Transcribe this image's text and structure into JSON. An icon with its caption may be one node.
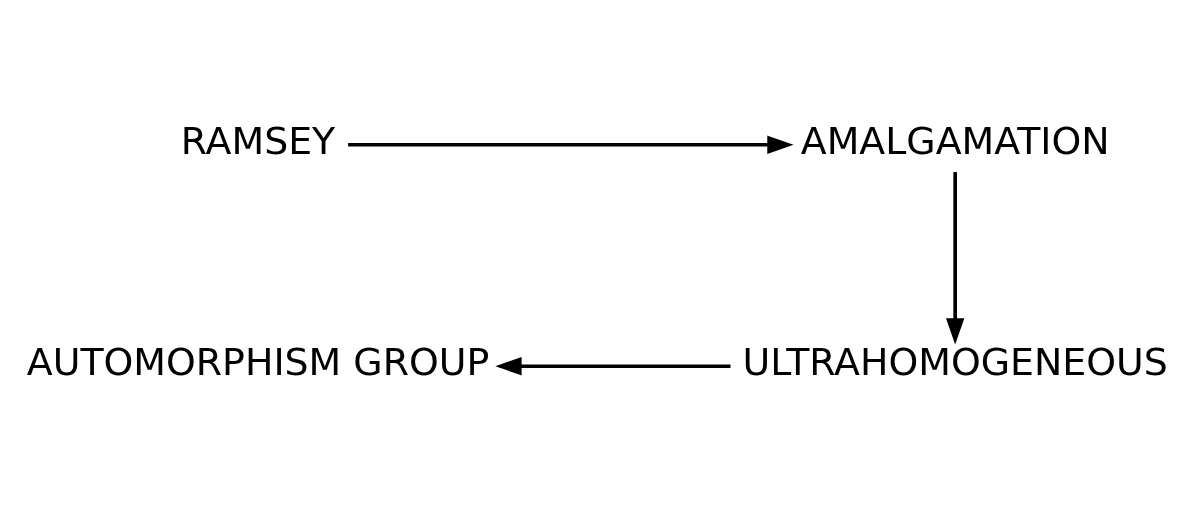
{
  "diagram": {
    "nodes": [
      {
        "text": [
          "RAMSEY"
        ]
      },
      {
        "text": [
          "AMALGAMATION"
        ]
      },
      {
        "text": [
          "ULTRAHOMOGENEOUS"
        ]
      },
      {
        "text": [
          "AUTOMORPHISM GROUP"
        ]
      }
    ],
    "edges": [
      {
        "from": 0,
        "to": 1,
        "arrow": "to"
      },
      {
        "from": 1,
        "to": 2,
        "arrow": "to"
      },
      {
        "from": 2,
        "to": 3,
        "arrow": "to"
      }
    ]
  }
}
